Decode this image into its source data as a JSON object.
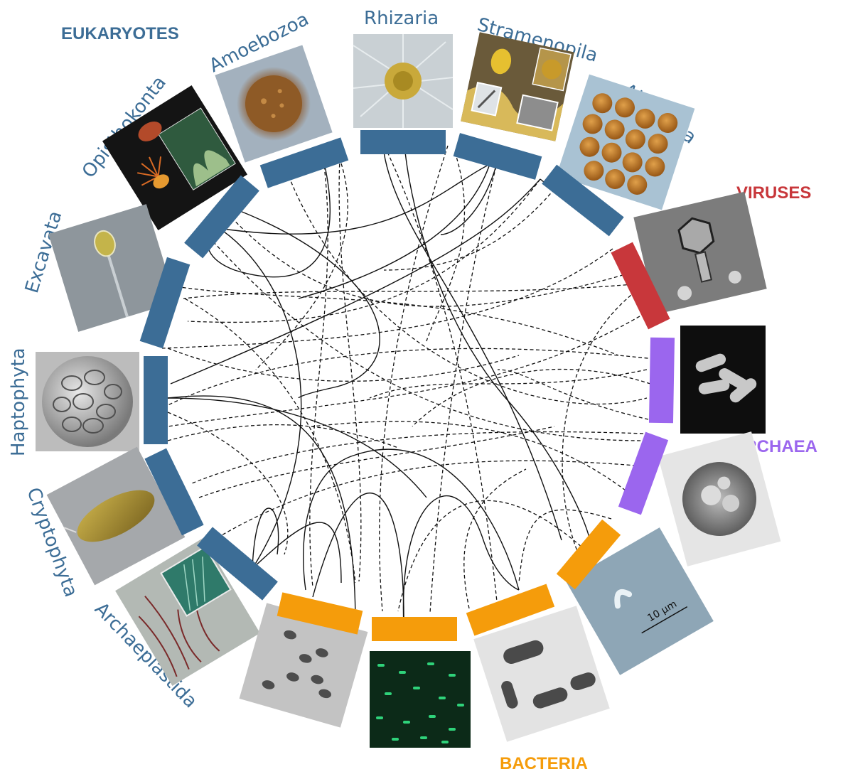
{
  "groups": {
    "eukaryotes": {
      "label": "EUKARYOTES",
      "color": "#3c6d96"
    },
    "viruses": {
      "label": "VIRUSES",
      "color": "#c8373b"
    },
    "archaea": {
      "label": "ARCHAEA",
      "color": "#9b66ee"
    },
    "bacteria": {
      "label": "BACTERIA",
      "color": "#f59c0b"
    }
  },
  "clades": [
    {
      "label": "Amoebozoa",
      "icon": "amoeba-photo"
    },
    {
      "label": "Rhizaria",
      "icon": "radiolarian-photo"
    },
    {
      "label": "Stramenopila",
      "icon": "kelp-diatom-photo"
    },
    {
      "label": "Alveolata",
      "icon": "dinoflagellate-cysts-photo"
    },
    {
      "label": "Opisthokonta",
      "icon": "marine-animals-photo"
    },
    {
      "label": "Excavata",
      "icon": "flagellate-photo"
    },
    {
      "label": "Haptophyta",
      "icon": "coccolithophore-photo"
    },
    {
      "label": "Cryptophyta",
      "icon": "cryptomonad-photo"
    },
    {
      "label": "Archaeplastida",
      "icon": "seaweed-photo"
    }
  ],
  "micrographs": [
    {
      "name": "phage-micrograph",
      "icon": "bacteriophage-tem"
    },
    {
      "name": "archaea-rods-micrograph",
      "icon": "rod-archaea-sem"
    },
    {
      "name": "archaea-cell-micrograph",
      "icon": "coccoid-archaea-tem"
    },
    {
      "name": "vibrio-micrograph",
      "icon": "curved-bacterium",
      "scale_bar": "10 µm"
    },
    {
      "name": "bacilli-tem-micrograph",
      "icon": "rod-bacteria-tem"
    },
    {
      "name": "fluorescent-bacteria-micrograph",
      "icon": "green-fluorescent-cells"
    },
    {
      "name": "cocci-micrograph",
      "icon": "paired-cocci"
    }
  ]
}
